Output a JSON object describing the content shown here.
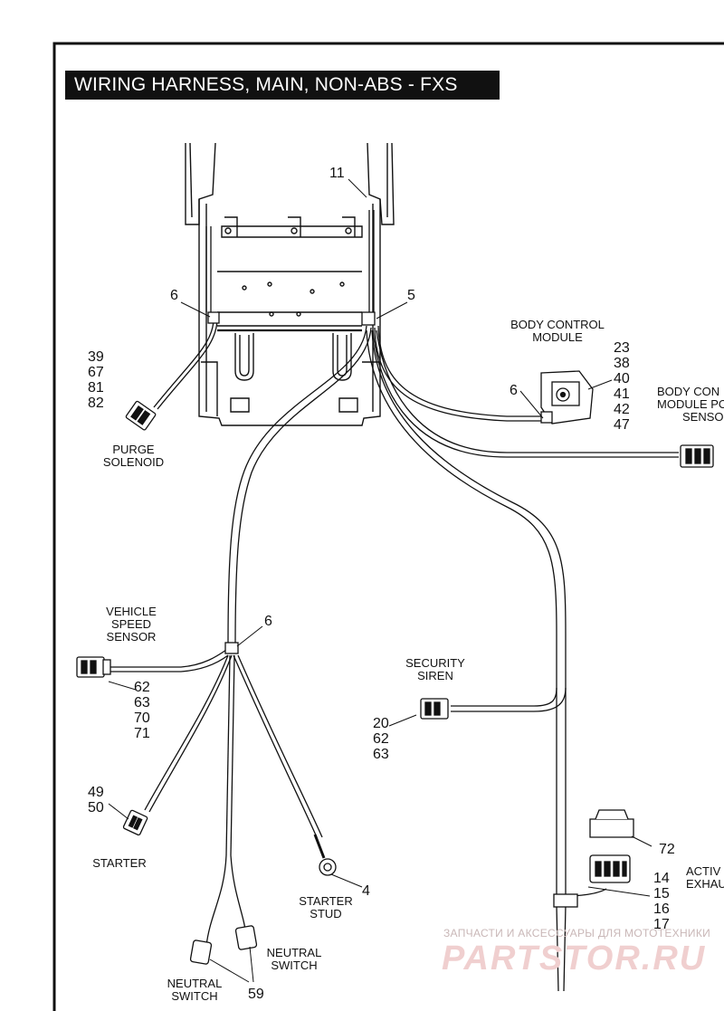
{
  "title": "WIRING HARNESS, MAIN, NON-ABS - FXS",
  "labels": {
    "body_control_module": [
      "BODY CONTROL",
      "MODULE"
    ],
    "body_control_module_power": [
      "BODY CON",
      "MODULE PO",
      "SENSO"
    ],
    "purge_solenoid": [
      "PURGE",
      "SOLENOID"
    ],
    "vehicle_speed_sensor": [
      "VEHICLE",
      "SPEED",
      "SENSOR"
    ],
    "security_siren": [
      "SECURITY",
      "SIREN"
    ],
    "starter": "STARTER",
    "starter_stud": [
      "STARTER",
      "STUD"
    ],
    "neutral_switch_right": [
      "NEUTRAL",
      "SWITCH"
    ],
    "neutral_switch_left": [
      "NEUTRAL",
      "SWITCH"
    ],
    "active_exhaust": [
      "ACTIV",
      "EXHAU"
    ]
  },
  "callouts": {
    "c11": "11",
    "c6_left": "6",
    "c5": "5",
    "c6_bcm": "6",
    "c6_mid": "6",
    "c4": "4",
    "c72": "72",
    "c59": "59",
    "purge_parts": [
      "39",
      "67",
      "81",
      "82"
    ],
    "bcm_parts": [
      "23",
      "38",
      "40",
      "41",
      "42",
      "47"
    ],
    "vss_parts": [
      "62",
      "63",
      "70",
      "71"
    ],
    "siren_parts": [
      "20",
      "62",
      "63"
    ],
    "starter_parts": [
      "49",
      "50"
    ],
    "exhaust_parts": [
      "14",
      "15",
      "16",
      "17"
    ]
  },
  "watermark": {
    "line1": "ЗАПЧАСТИ И АКСЕССУАРЫ ДЛЯ МОТОТЕХНИКИ",
    "line2": "PARTSTOR.RU"
  }
}
